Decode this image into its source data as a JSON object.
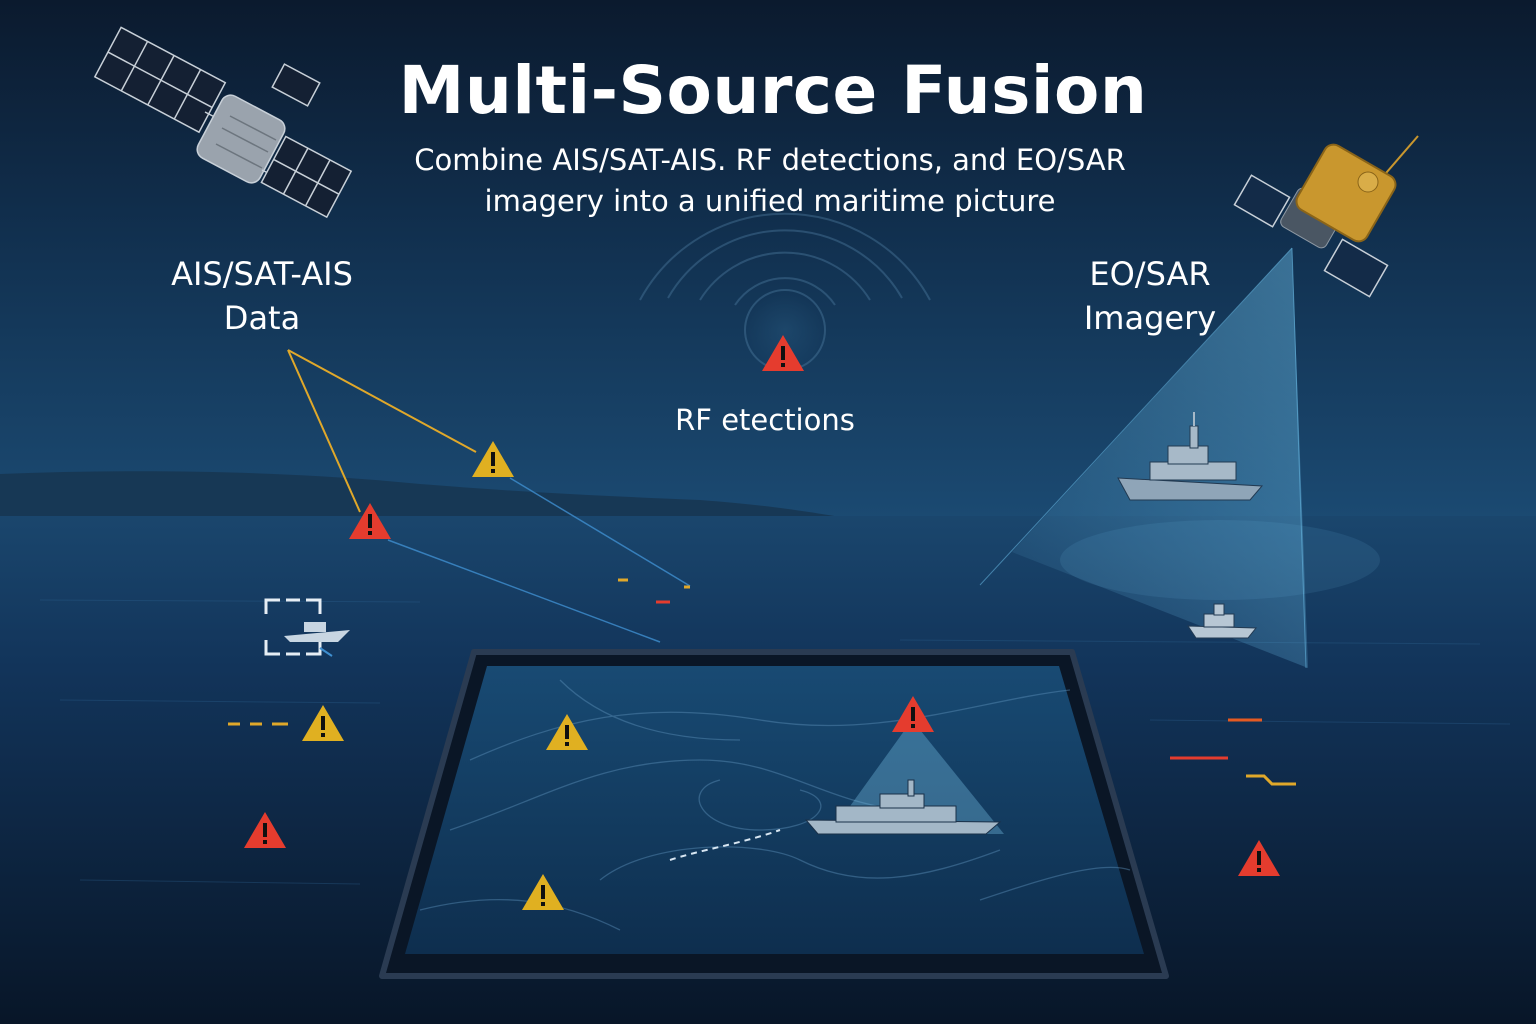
{
  "header": {
    "title": "Multi-Source Fusion",
    "subtitle": "Combine AIS/SAT-AIS. RF detections, and EO/SAR imagery into a unified maritime picture"
  },
  "labels": {
    "ais": "AIS/SAT-AIS Data",
    "eo_sar": "EO/SAR Imagery",
    "rf": "RF etections"
  },
  "colors": {
    "sky_top": "#0c1c33",
    "sea": "#12345a",
    "alert_red": "#e53c2e",
    "alert_yellow": "#e0b021",
    "link_yellow": "#e0a82a",
    "beam_blue": "#6fc3ee",
    "tablet_screen": "#154066",
    "satellite_gold": "#c9972e"
  },
  "icons": {
    "left_satellite": "satellite-icon",
    "right_satellite": "satellite-icon",
    "warning": "warning-triangle-icon",
    "ship": "ship-icon",
    "rf_waves": "radio-waves-icon",
    "target_box": "target-bracket-icon"
  }
}
